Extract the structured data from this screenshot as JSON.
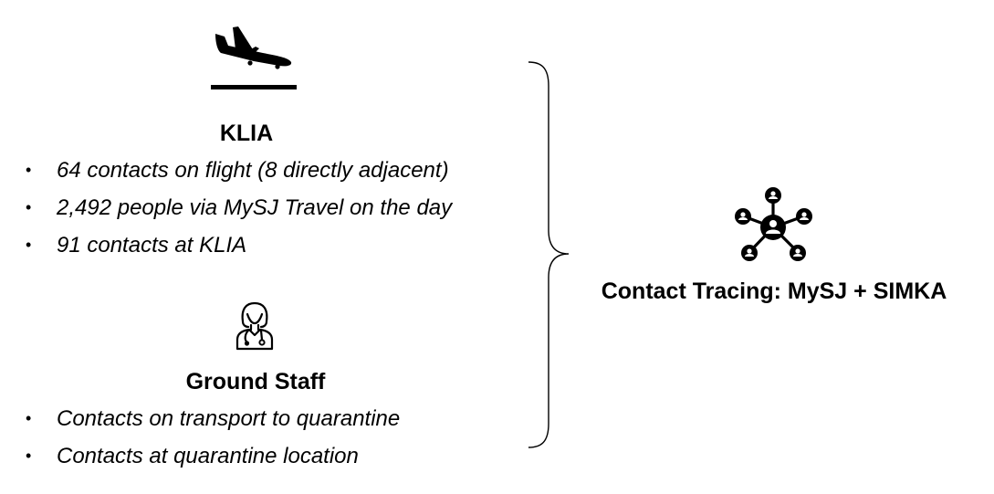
{
  "sections": [
    {
      "heading": "KLIA",
      "icon": "airplane-landing-icon",
      "bullets": [
        "64 contacts on flight (8 directly adjacent)",
        "2,492 people via MySJ Travel on the day",
        "91 contacts at KLIA"
      ]
    },
    {
      "heading": "Ground Staff",
      "icon": "staff-person-icon",
      "bullets": [
        "Contacts on transport to quarantine",
        "Contacts at quarantine location"
      ]
    }
  ],
  "bullet_glyph": "•",
  "target": {
    "label": "Contact Tracing: MySJ + SIMKA",
    "icon": "network-people-icon"
  },
  "colors": {
    "text": "#000000",
    "background": "#ffffff"
  }
}
